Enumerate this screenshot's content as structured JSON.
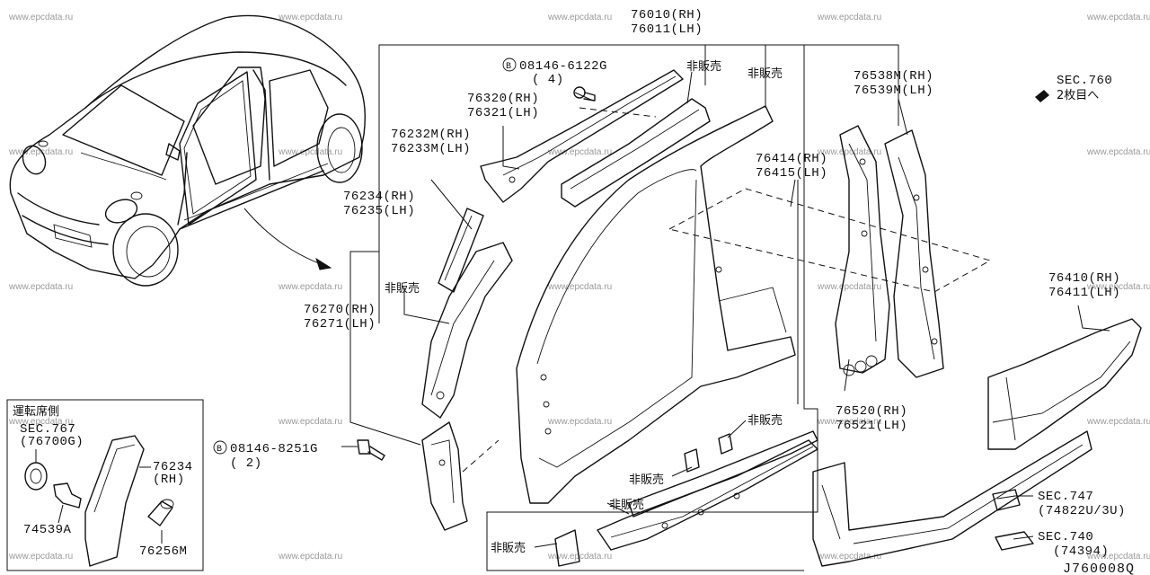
{
  "watermark": "www.epcdata.ru",
  "parts": {
    "p76010": "76010(RH)",
    "p76011": "76011(LH)",
    "bolt_top": "08146-6122G",
    "bolt_top_qty": "( 4)",
    "p76320": "76320(RH)",
    "p76321": "76321(LH)",
    "p76232m": "76232M(RH)",
    "p76233m": "76233M(LH)",
    "p76234": "76234(RH)",
    "p76235": "76235(LH)",
    "p76270": "76270(RH)",
    "p76271": "76271(LH)",
    "p76414": "76414(RH)",
    "p76415": "76415(LH)",
    "p76538m": "76538M(RH)",
    "p76539m": "76539M(LH)",
    "p76410": "76410(RH)",
    "p76411": "76411(LH)",
    "p76520": "76520(RH)",
    "p76521": "76521(LH)",
    "bolt_bottom": "08146-8251G",
    "bolt_bottom_qty": "( 2)",
    "sec760": "SEC.760",
    "sec760_sub": "2枚目へ",
    "sec747": "SEC.747",
    "sec747_sub": "(74822U/3U)",
    "sec740": "SEC.740",
    "sec740_sub": "(74394)",
    "not_for_sale": "非販売",
    "bolt_prefix": "B"
  },
  "inset": {
    "title": "運転席側",
    "sec767": "SEC.767",
    "sec767_sub": "(76700G)",
    "p76234": "76234",
    "p76234_side": "(RH)",
    "p74539a": "74539A",
    "p76256m": "76256M"
  },
  "diagram_code": "J760008Q"
}
